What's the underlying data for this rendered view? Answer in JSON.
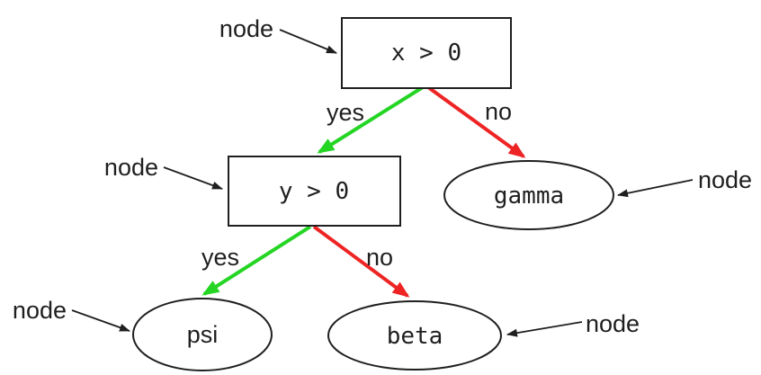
{
  "diagram": {
    "type": "decision-tree",
    "colors": {
      "background": "#ffffff",
      "yes_edge": "#24d524",
      "no_edge": "#ee2424",
      "outline": "#1f1f1f",
      "text": "#1f1f1f"
    },
    "nodes": {
      "root": {
        "label": "x > 0",
        "shape": "rectangle"
      },
      "left_child": {
        "label": "y > 0",
        "shape": "rectangle"
      },
      "gamma": {
        "label": "gamma",
        "shape": "ellipse"
      },
      "psi": {
        "label": "psi",
        "shape": "ellipse"
      },
      "beta": {
        "label": "beta",
        "shape": "ellipse"
      }
    },
    "edges": [
      {
        "from": "x > 0",
        "to": "y > 0",
        "label": "yes",
        "color": "#24d524"
      },
      {
        "from": "x > 0",
        "to": "gamma",
        "label": "no",
        "color": "#ee2424"
      },
      {
        "from": "y > 0",
        "to": "psi",
        "label": "yes",
        "color": "#24d524"
      },
      {
        "from": "y > 0",
        "to": "beta",
        "label": "no",
        "color": "#ee2424"
      }
    ],
    "callouts": [
      {
        "label": "node",
        "target": "x > 0"
      },
      {
        "label": "node",
        "target": "y > 0"
      },
      {
        "label": "node",
        "target": "gamma"
      },
      {
        "label": "node",
        "target": "psi"
      },
      {
        "label": "node",
        "target": "beta"
      }
    ]
  }
}
